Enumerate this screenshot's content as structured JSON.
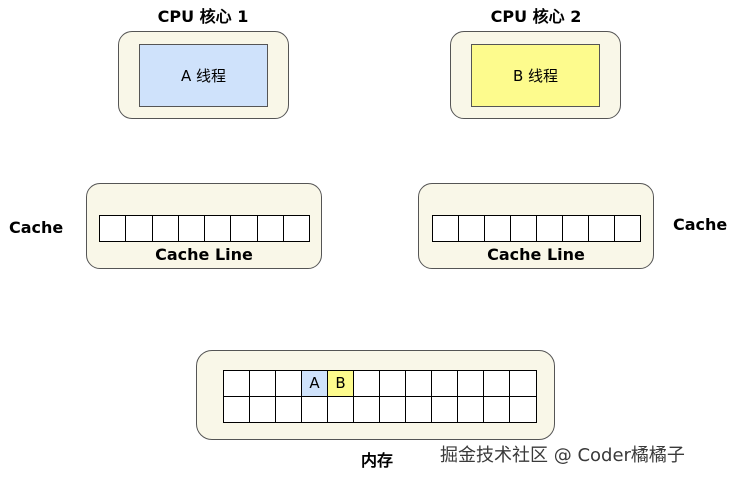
{
  "core1": {
    "title": "CPU 核心 1",
    "thread_label": "A 线程",
    "thread_color": "#cfe2fb"
  },
  "core2": {
    "title": "CPU 核心 2",
    "thread_label": "B 线程",
    "thread_color": "#fdfb8d"
  },
  "cache_left": {
    "side_label": "Cache",
    "line_label": "Cache Line",
    "cells": 8
  },
  "cache_right": {
    "side_label": "Cache",
    "line_label": "Cache Line",
    "cells": 8
  },
  "memory": {
    "label": "内存",
    "columns": 12,
    "rows": 2,
    "cell_a": {
      "text": "A",
      "color": "#cfe2fb"
    },
    "cell_b": {
      "text": "B",
      "color": "#fdfb8d"
    }
  },
  "watermark": "掘金技术社区 @ Coder橘橘子"
}
